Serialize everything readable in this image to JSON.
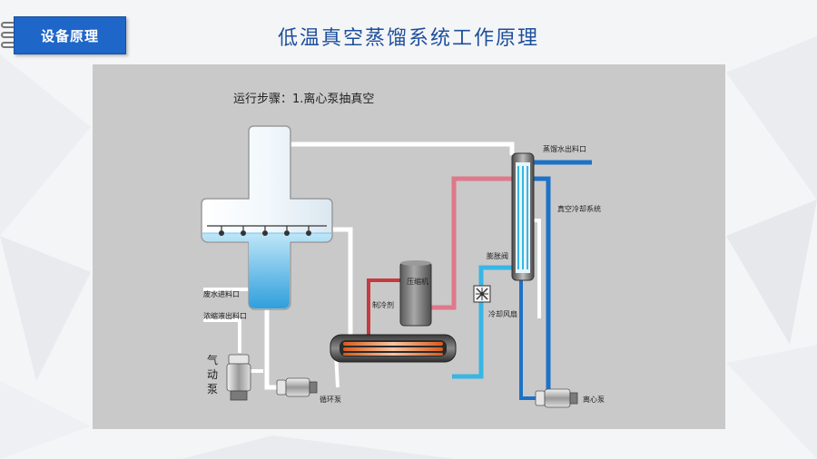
{
  "header": {
    "tag_label": "设备原理",
    "title": "低温真空蒸馏系统工作原理"
  },
  "diagram": {
    "step_label": "运行步骤：1.离心泵抽真空",
    "labels": {
      "distillate_outlet": "蒸馏水出料口",
      "vacuum_cooling": "真空冷却系统",
      "expansion_valve": "膨胀阀",
      "compressor": "压缩机",
      "refrigerant": "制冷剂",
      "cooling_fan": "冷却风扇",
      "wastewater_inlet": "废水进料口",
      "concentrate_outlet": "浓缩液出料口",
      "pneumatic_pump_1": "气",
      "pneumatic_pump_2": "动",
      "pneumatic_pump_3": "泵",
      "circulation_pump": "循环泵",
      "centrifugal_pump": "离心泵"
    },
    "colors": {
      "hot_pipe": "#e0788a",
      "cold_pipe": "#38b6e4",
      "vacuum_pipe": "#1e72c6",
      "process_pipe": "#ffffff",
      "refrigerant_pipe": "#c63a40"
    }
  }
}
